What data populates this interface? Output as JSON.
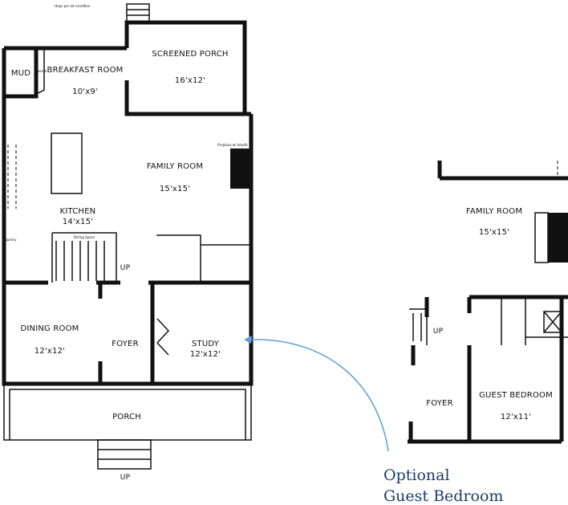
{
  "main_plan": {
    "note": "steps per lot condition",
    "rooms": [
      {
        "name": "MUD",
        "size": ""
      },
      {
        "name": "BREAKFAST ROOM",
        "size": "10'x9'"
      },
      {
        "name": "SCREENED PORCH",
        "size": "16'x12'"
      },
      {
        "name": "FAMILY ROOM",
        "size": "15'x15'"
      },
      {
        "name": "KITCHEN",
        "size": "14'x15'"
      },
      {
        "name": "DINING ROOM",
        "size": "12'x12'"
      },
      {
        "name": "FOYER",
        "size": ""
      },
      {
        "name": "STUDY",
        "size": "12'x12'"
      },
      {
        "name": "PORCH",
        "size": ""
      }
    ],
    "small_labels": {
      "bench": "bench",
      "pantry": "pantry",
      "sitting_space": "Sitting Space",
      "stair_up": "UP",
      "porch_up": "UP",
      "fireplace": "fireplace w/ hearth"
    }
  },
  "alt_plan": {
    "rooms": [
      {
        "name": "FAMILY ROOM",
        "size": "15'x15'"
      },
      {
        "name": "FOYER",
        "size": ""
      },
      {
        "name": "GUEST BEDROOM",
        "size": "12'x11'"
      }
    ],
    "small_labels": {
      "stair_up": "UP"
    }
  },
  "callout": {
    "line1": "Optional",
    "line2": "Guest Bedroom",
    "arrow_color": "#5b9fd6",
    "text_color": "#1e3a6b"
  }
}
